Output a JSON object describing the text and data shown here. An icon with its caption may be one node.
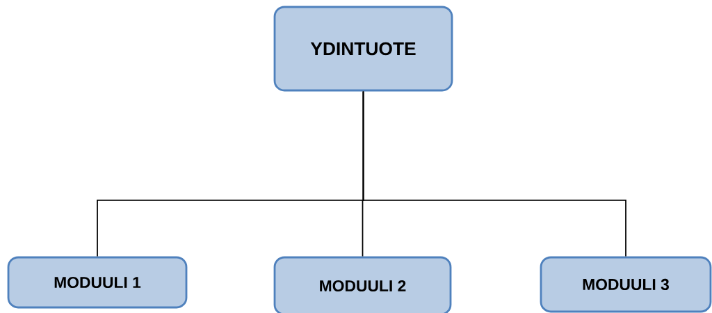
{
  "diagram": {
    "nodes": [
      {
        "text": [
          "YDINTUOTE"
        ]
      },
      {
        "text": [
          "MODUULI 1"
        ]
      },
      {
        "text": [
          "MODUULI 2"
        ]
      },
      {
        "text": [
          "MODUULI 3"
        ]
      }
    ],
    "edges": [
      {
        "from": 0,
        "to": 1,
        "arrow": "none"
      },
      {
        "from": 0,
        "to": 2,
        "arrow": "none"
      },
      {
        "from": 0,
        "to": 3,
        "arrow": "none"
      }
    ]
  }
}
